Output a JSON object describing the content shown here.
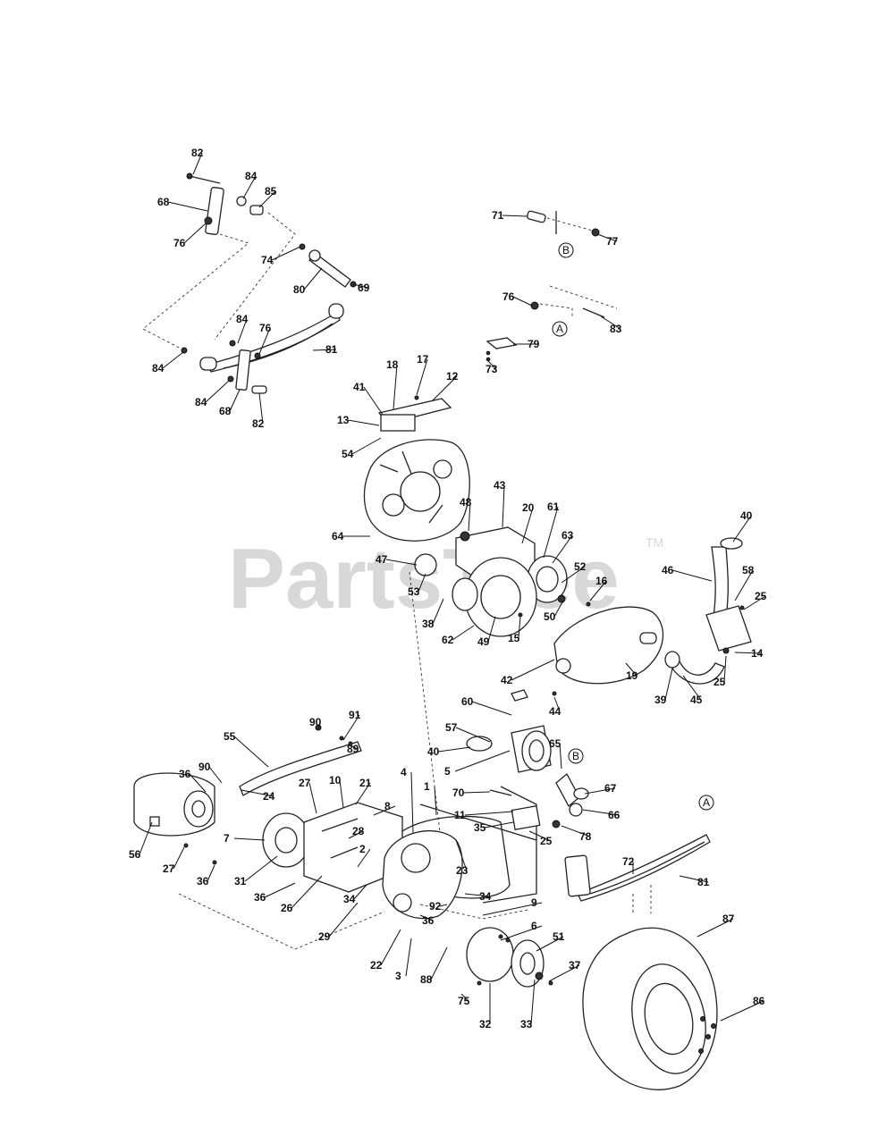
{
  "watermark": {
    "brand": "PartsTree",
    "tm": "TM"
  },
  "reference_markers": [
    "A",
    "B"
  ],
  "callouts": [
    "82",
    "84",
    "85",
    "68",
    "76",
    "74",
    "80",
    "69",
    "84",
    "76",
    "81",
    "84",
    "84",
    "68",
    "82",
    "71",
    "77",
    "76",
    "83",
    "79",
    "73",
    "18",
    "17",
    "12",
    "41",
    "13",
    "54",
    "43",
    "48",
    "20",
    "61",
    "63",
    "64",
    "47",
    "53",
    "52",
    "16",
    "38",
    "62",
    "49",
    "15",
    "50",
    "40",
    "46",
    "58",
    "25",
    "14",
    "25",
    "39",
    "45",
    "42",
    "19",
    "44",
    "60",
    "57",
    "40",
    "5",
    "65",
    "67",
    "70",
    "11",
    "66",
    "35",
    "78",
    "25",
    "90",
    "91",
    "89",
    "55",
    "36",
    "90",
    "24",
    "56",
    "27",
    "36",
    "27",
    "10",
    "21",
    "8",
    "4",
    "1",
    "7",
    "28",
    "31",
    "36",
    "26",
    "2",
    "34",
    "29",
    "23",
    "34",
    "92",
    "36",
    "9",
    "6",
    "22",
    "3",
    "88",
    "75",
    "51",
    "37",
    "32",
    "33",
    "72",
    "81",
    "87",
    "86"
  ]
}
